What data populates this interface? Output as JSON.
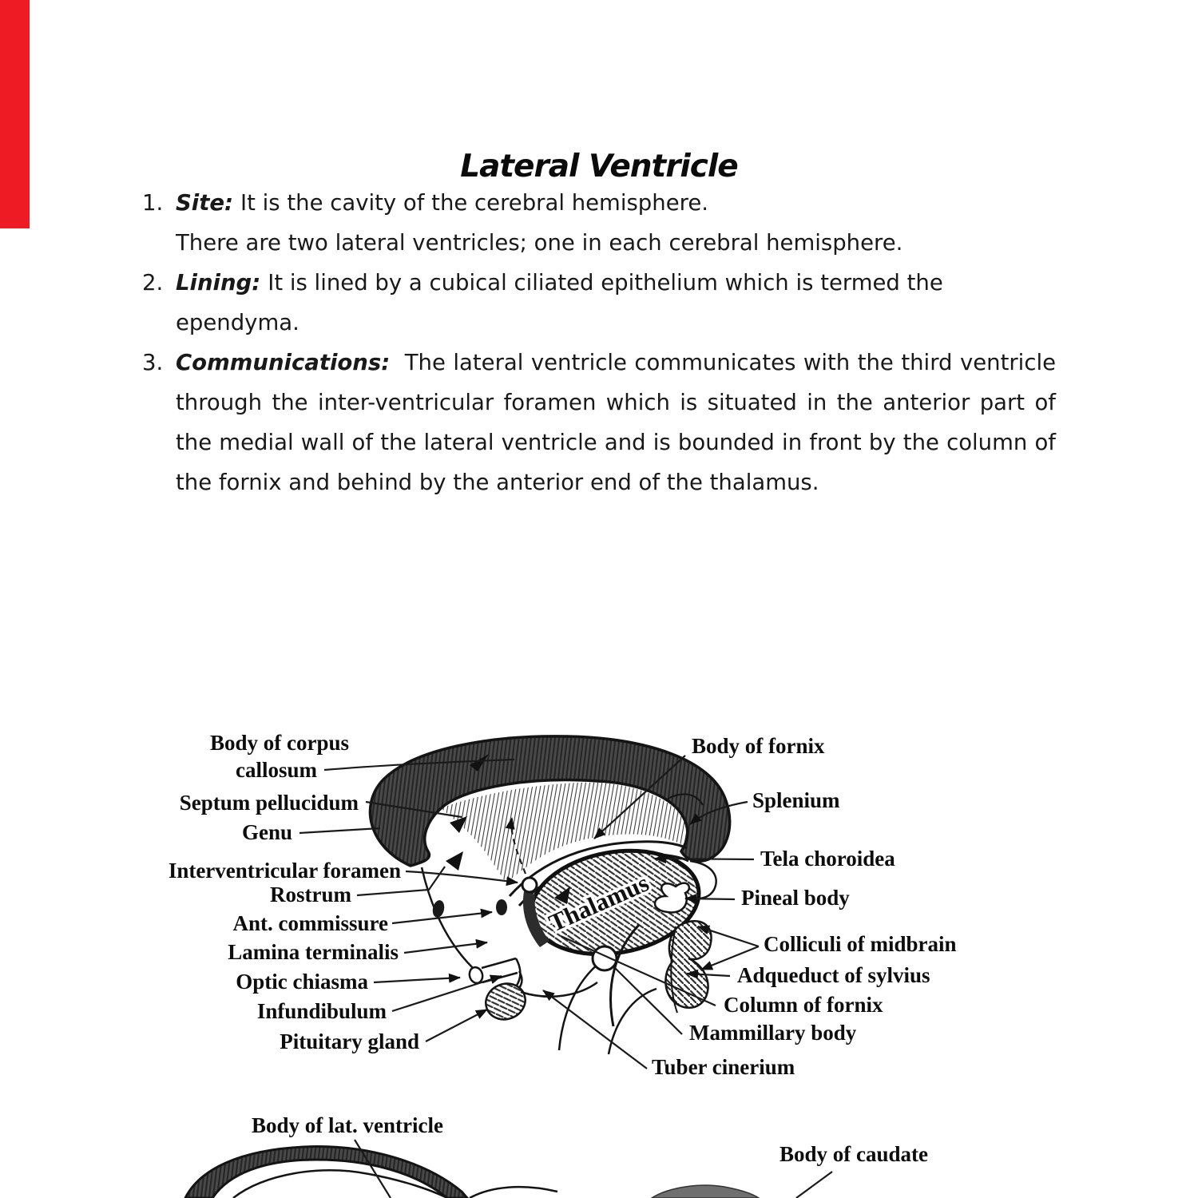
{
  "page": {
    "background": "#ffffff",
    "ink": "#111111",
    "red_bar_color": "#ee1b24"
  },
  "title": "Lateral Ventricle",
  "list": {
    "items": [
      {
        "num": "1.",
        "label": "Site:",
        "text": "It is the cavity of the cerebral hemisphere.",
        "text2": "There are two lateral ventricles; one in each cerebral hemisphere."
      },
      {
        "num": "2.",
        "label": "Lining:",
        "text": "It is lined by a cubical ciliated epithelium which is termed the ependyma."
      },
      {
        "num": "3.",
        "label": "Communications:",
        "text": "The lateral ventricle communicates with the third ventricle through the inter-ventricular foramen which is situated in the anterior part of the medial wall of the lateral ventricle and is bounded in front by the column of the fornix and behind by the anterior end of the thalamus."
      }
    ]
  },
  "figure1": {
    "left_labels": [
      "Body of corpus",
      "callosum",
      "Septum pellucidum",
      "Genu",
      "Interventricular foramen",
      "Rostrum",
      "Ant. commissure",
      "Lamina terminalis",
      "Optic chiasma",
      "Infundibulum",
      "Pituitary gland"
    ],
    "right_labels": [
      "Body of fornix",
      "Splenium",
      "Tela choroidea",
      "Pineal body",
      "Colliculi of midbrain",
      "Adqueduct of sylvius",
      "Column of fornix",
      "Mammillary body",
      "Tuber cinerium"
    ],
    "inline_label": "Thalamus"
  },
  "figure2": {
    "labels": [
      "Body of lat. ventricle",
      "Body of caudate"
    ]
  }
}
